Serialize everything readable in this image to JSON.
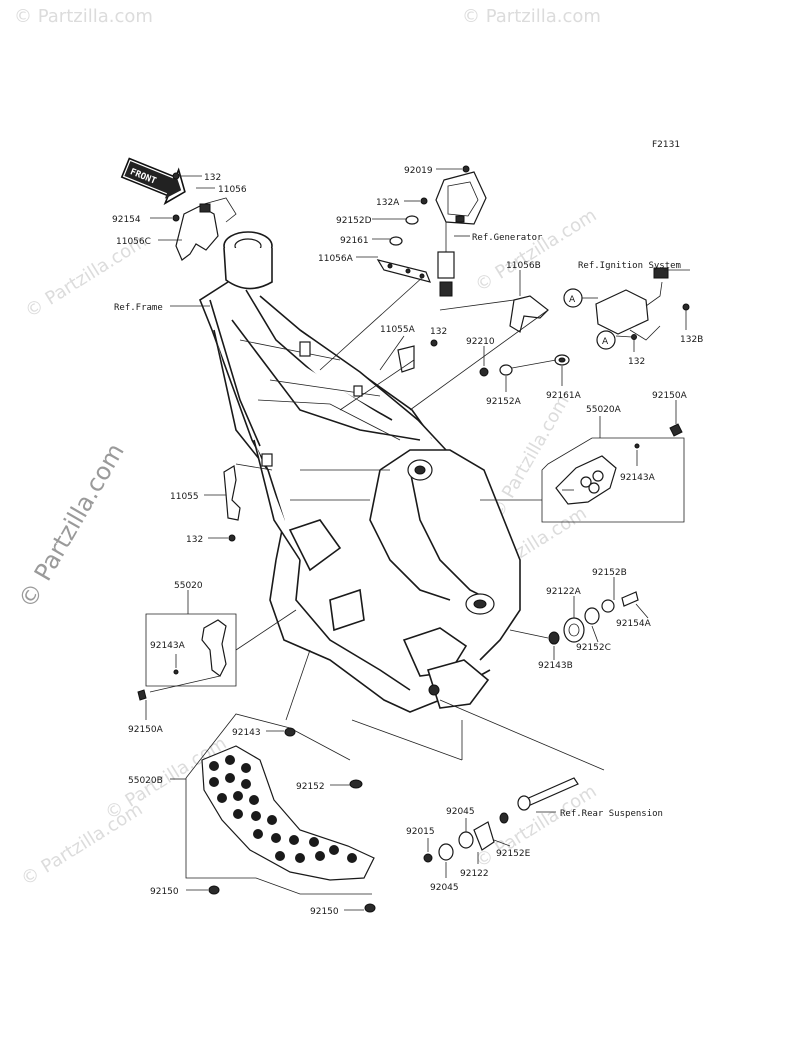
{
  "diagram_code": "F2131",
  "watermarks": [
    "© Partzilla.com",
    "© Partzilla.com",
    "© Partzilla.com",
    "© Partzilla.com",
    "© Partzilla.com",
    "© Partzilla.com",
    "© Partzilla.com",
    "© Partzilla.com",
    "© Partzilla.com"
  ],
  "watermark_main": "© Partzilla.com",
  "front_arrow": "FRONT",
  "callout_a": "A",
  "refs": {
    "frame": "Ref.Frame",
    "generator": "Ref.Generator",
    "ignition": "Ref.Ignition System",
    "rear_suspension": "Ref.Rear Suspension"
  },
  "parts": {
    "p132_top": "132",
    "p11056": "11056",
    "p92154": "92154",
    "p11056C": "11056C",
    "p92019": "92019",
    "p132A": "132A",
    "p92152D": "92152D",
    "p92161": "92161",
    "p11056A": "11056A",
    "p11056B": "11056B",
    "p132B": "132B",
    "p132_ign": "132",
    "p132_mid": "132",
    "p11055A": "11055A",
    "p92210": "92210",
    "p92152A": "92152A",
    "p92161A": "92161A",
    "p55020A": "55020A",
    "p92150A_top": "92150A",
    "p92143A_right": "92143A",
    "p11055": "11055",
    "p132_low": "132",
    "p55020": "55020",
    "p92143A_left": "92143A",
    "p92150A_left": "92150A",
    "p92152B": "92152B",
    "p92122A": "92122A",
    "p92154A": "92154A",
    "p92152C": "92152C",
    "p92143B": "92143B",
    "p92143": "92143",
    "p55020B": "55020B",
    "p92152": "92152",
    "p92045_top": "92045",
    "p92015": "92015",
    "p92152E": "92152E",
    "p92122": "92122",
    "p92045_bot": "92045",
    "p92150_left": "92150",
    "p92150_right": "92150"
  }
}
